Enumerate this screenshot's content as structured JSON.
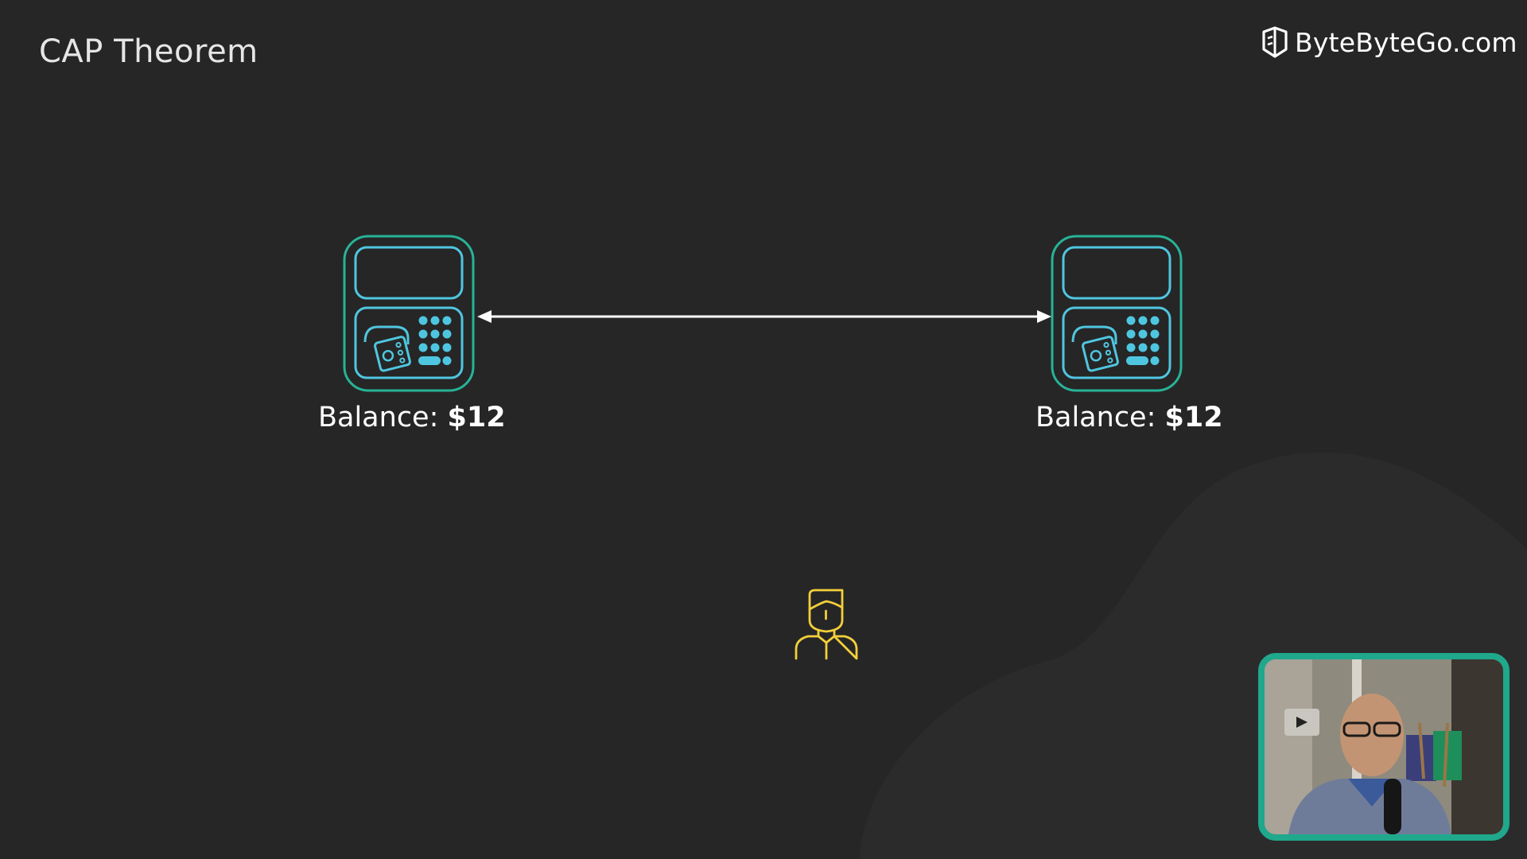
{
  "header": {
    "title": "CAP Theorem",
    "brand": "ByteByteGo.com",
    "brand_icon": "bytebytego-logo-icon"
  },
  "nodes": [
    {
      "name": "atm-left",
      "icon": "atm-icon",
      "label_prefix": "Balance:",
      "label_value": "$12"
    },
    {
      "name": "atm-right",
      "icon": "atm-icon",
      "label_prefix": "Balance:",
      "label_value": "$12"
    }
  ],
  "connection": {
    "type": "bidirectional-arrow"
  },
  "user": {
    "icon": "user-icon"
  },
  "presenter": {
    "type": "webcam-overlay"
  },
  "colors": {
    "background": "#262626",
    "atm_outer": "#27b397",
    "atm_inner": "#4fc6e0",
    "user": "#f3cf3b",
    "webcam_border": "#1fa88b"
  }
}
